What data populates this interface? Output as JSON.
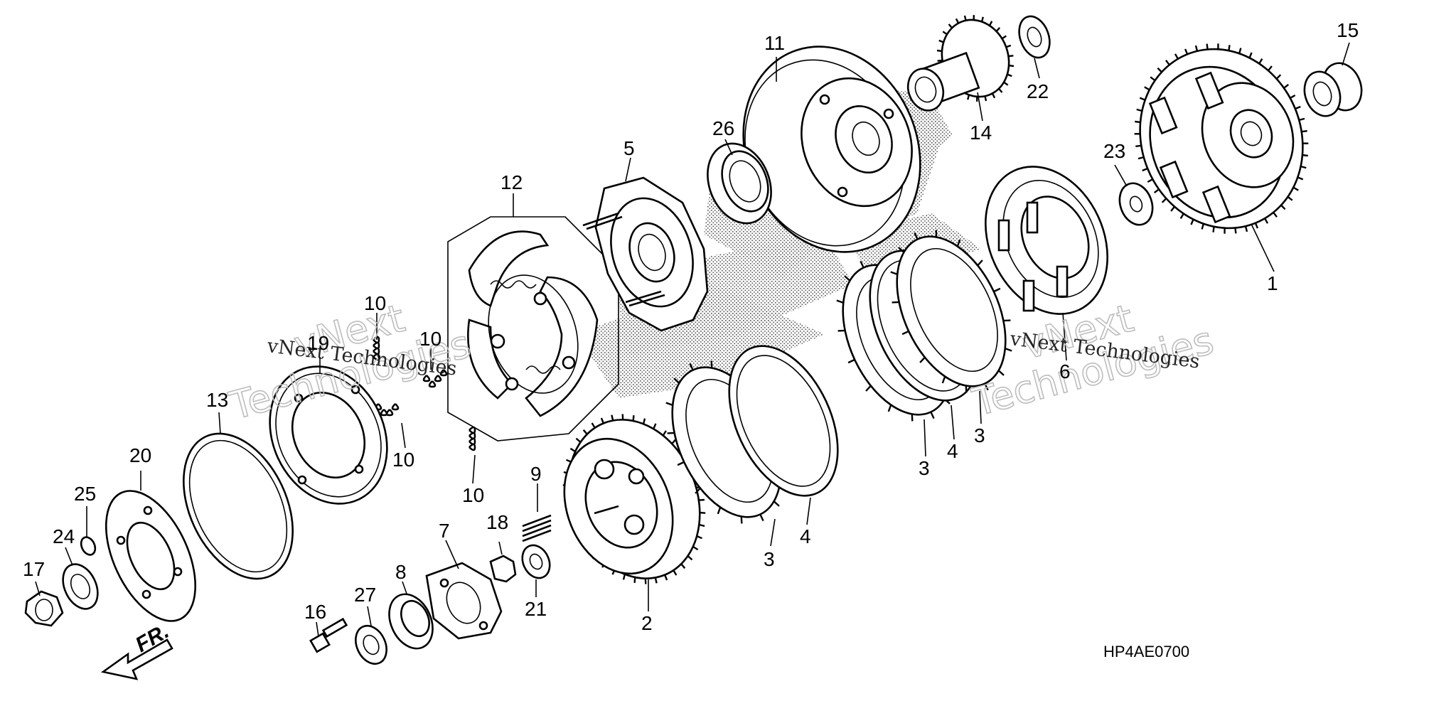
{
  "diagram": {
    "code": "HP4AE0700",
    "front_marker": "FR.",
    "watermark_small": "vNext Technologies",
    "watermark_big_line1": "vNext",
    "watermark_big_line2": "Technologies"
  },
  "callouts": [
    {
      "id": "c1",
      "text": "1"
    },
    {
      "id": "c2",
      "text": "2"
    },
    {
      "id": "c3a",
      "text": "3"
    },
    {
      "id": "c3b",
      "text": "3"
    },
    {
      "id": "c3c",
      "text": "3"
    },
    {
      "id": "c4a",
      "text": "4"
    },
    {
      "id": "c4b",
      "text": "4"
    },
    {
      "id": "c5",
      "text": "5"
    },
    {
      "id": "c6",
      "text": "6"
    },
    {
      "id": "c7",
      "text": "7"
    },
    {
      "id": "c8",
      "text": "8"
    },
    {
      "id": "c9",
      "text": "9"
    },
    {
      "id": "c10a",
      "text": "10"
    },
    {
      "id": "c10b",
      "text": "10"
    },
    {
      "id": "c10c",
      "text": "10"
    },
    {
      "id": "c10d",
      "text": "10"
    },
    {
      "id": "c11",
      "text": "11"
    },
    {
      "id": "c12",
      "text": "12"
    },
    {
      "id": "c13",
      "text": "13"
    },
    {
      "id": "c14",
      "text": "14"
    },
    {
      "id": "c15",
      "text": "15"
    },
    {
      "id": "c16",
      "text": "16"
    },
    {
      "id": "c17",
      "text": "17"
    },
    {
      "id": "c18",
      "text": "18"
    },
    {
      "id": "c19",
      "text": "19"
    },
    {
      "id": "c20",
      "text": "20"
    },
    {
      "id": "c21",
      "text": "21"
    },
    {
      "id": "c22",
      "text": "22"
    },
    {
      "id": "c23",
      "text": "23"
    },
    {
      "id": "c24",
      "text": "24"
    },
    {
      "id": "c25",
      "text": "25"
    },
    {
      "id": "c26",
      "text": "26"
    },
    {
      "id": "c27",
      "text": "27"
    }
  ]
}
